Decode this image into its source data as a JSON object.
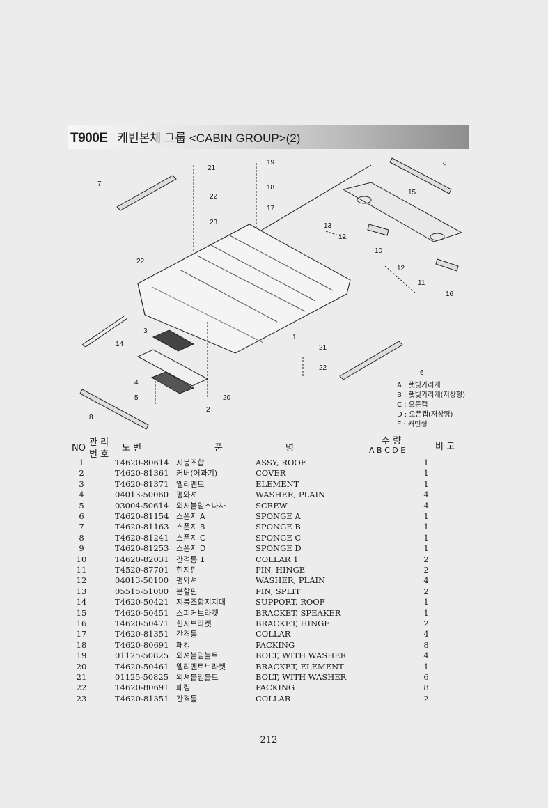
{
  "header": {
    "model": "T900E",
    "title": "캐빈본체 그룹 <CABIN GROUP>(2)"
  },
  "diagram": {
    "callouts": [
      "21",
      "19",
      "18",
      "17",
      "23",
      "22",
      "7",
      "9",
      "15",
      "13",
      "12",
      "10",
      "22",
      "12",
      "11",
      "16",
      "3",
      "14",
      "1",
      "21",
      "22",
      "6",
      "4",
      "5",
      "20",
      "2",
      "8"
    ]
  },
  "legend": [
    "A : 햇빛가리개",
    "B : 햇빛가리개(저상형)",
    "C : 오픈캡",
    "D : 오픈캡(저상형)",
    "E : 캐빈형"
  ],
  "table": {
    "headers": {
      "no": "NO",
      "mgmt": "관 리",
      "mgmt2": "번 호",
      "drawing": "도   번",
      "name_left": "품",
      "name_right": "명",
      "qty": "수   량",
      "qty_cols": "A  B  C  D  E",
      "remarks": "비  고"
    },
    "rows": [
      {
        "no": "1",
        "code": "T4620-80614",
        "kr": "지붕조합",
        "en": "ASSY, ROOF",
        "qty": "1"
      },
      {
        "no": "2",
        "code": "T4620-81361",
        "kr": "커버(어과기)",
        "en": "COVER",
        "qty": "1"
      },
      {
        "no": "3",
        "code": "T4620-81371",
        "kr": "엘리멘트",
        "en": "ELEMENT",
        "qty": "1"
      },
      {
        "no": "4",
        "code": "04013-50060",
        "kr": "평와셔",
        "en": "WASHER, PLAIN",
        "qty": "4"
      },
      {
        "no": "5",
        "code": "03004-50614",
        "kr": "외셔붙임소나사",
        "en": "SCREW",
        "qty": "4"
      },
      {
        "no": "6",
        "code": "T4620-81154",
        "kr": "스폰지 A",
        "en": "SPONGE A",
        "qty": "1"
      },
      {
        "no": "7",
        "code": "T4620-81163",
        "kr": "스폰지 B",
        "en": "SPONGE B",
        "qty": "1"
      },
      {
        "no": "8",
        "code": "T4620-81241",
        "kr": "스폰지 C",
        "en": "SPONGE C",
        "qty": "1"
      },
      {
        "no": "9",
        "code": "T4620-81253",
        "kr": "스폰지 D",
        "en": "SPONGE D",
        "qty": "1"
      },
      {
        "no": "10",
        "code": "T4620-82031",
        "kr": "간격통 1",
        "en": "COLLAR 1",
        "qty": "2"
      },
      {
        "no": "11",
        "code": "T4520-87701",
        "kr": "힌지핀",
        "en": "PIN, HINGE",
        "qty": "2"
      },
      {
        "no": "12",
        "code": "04013-50100",
        "kr": "평와셔",
        "en": "WASHER, PLAIN",
        "qty": "4"
      },
      {
        "no": "13",
        "code": "05515-51000",
        "kr": "분할핀",
        "en": "PIN, SPLIT",
        "qty": "2"
      },
      {
        "no": "14",
        "code": "T4620-50421",
        "kr": "지붕조합지지대",
        "en": "SUPPORT, ROOF",
        "qty": "1"
      },
      {
        "no": "15",
        "code": "T4620-50451",
        "kr": "스피커브라켓",
        "en": "BRACKET, SPEAKER",
        "qty": "1"
      },
      {
        "no": "16",
        "code": "T4620-50471",
        "kr": "힌지브라켓",
        "en": "BRACKET, HINGE",
        "qty": "2"
      },
      {
        "no": "17",
        "code": "T4620-81351",
        "kr": "간격통",
        "en": "COLLAR",
        "qty": "4"
      },
      {
        "no": "18",
        "code": "T4620-80691",
        "kr": "패킹",
        "en": "PACKING",
        "qty": "8"
      },
      {
        "no": "19",
        "code": "01125-50825",
        "kr": "외셔붙임볼트",
        "en": "BOLT, WITH WASHER",
        "qty": "4"
      },
      {
        "no": "20",
        "code": "T4620-50461",
        "kr": "엘리멘트브라켓",
        "en": "BRACKET, ELEMENT",
        "qty": "1"
      },
      {
        "no": "21",
        "code": "01125-50825",
        "kr": "외셔붙임볼트",
        "en": "BOLT, WITH WASHER",
        "qty": "6"
      },
      {
        "no": "22",
        "code": "T4620-80691",
        "kr": "패킹",
        "en": "PACKING",
        "qty": "8"
      },
      {
        "no": "23",
        "code": "T4620-81351",
        "kr": "간격통",
        "en": "COLLAR",
        "qty": "2"
      }
    ]
  },
  "footer": {
    "page": "- 212 -"
  }
}
